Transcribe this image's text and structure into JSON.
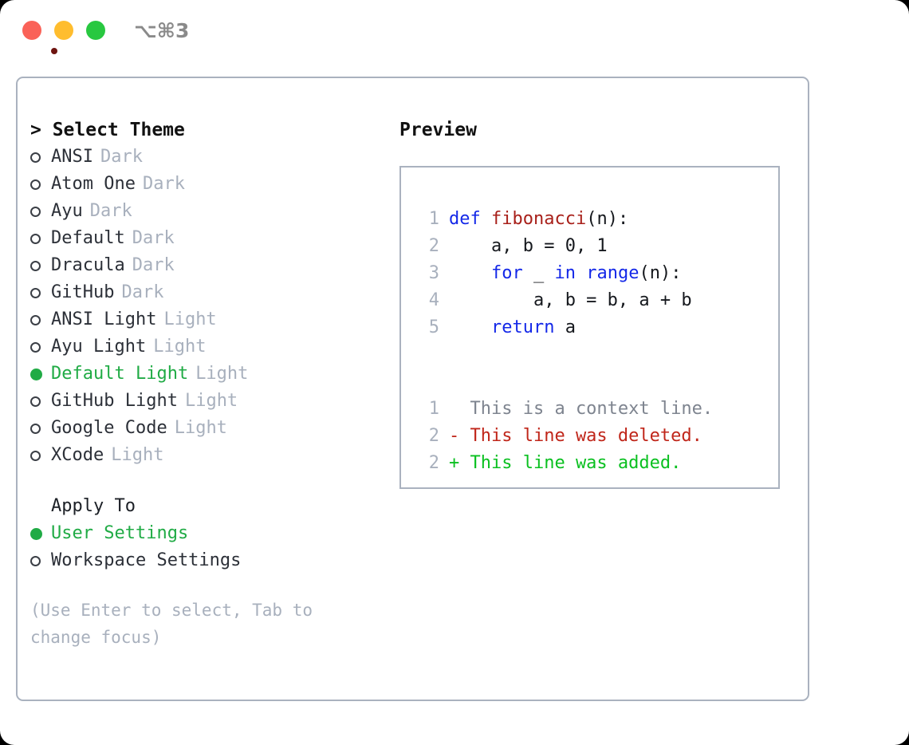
{
  "titlebar": {
    "shortcut": "⌥⌘3",
    "buttons": {
      "close": "close",
      "minimize": "minimize",
      "maximize": "maximize"
    }
  },
  "theme_picker": {
    "header": "> Select Theme",
    "items": [
      {
        "name": "ANSI",
        "variant": "Dark",
        "selected": false
      },
      {
        "name": "Atom One",
        "variant": "Dark",
        "selected": false
      },
      {
        "name": "Ayu",
        "variant": "Dark",
        "selected": false
      },
      {
        "name": "Default",
        "variant": "Dark",
        "selected": false
      },
      {
        "name": "Dracula",
        "variant": "Dark",
        "selected": false
      },
      {
        "name": "GitHub",
        "variant": "Dark",
        "selected": false
      },
      {
        "name": "ANSI Light",
        "variant": "Light",
        "selected": false
      },
      {
        "name": "Ayu Light",
        "variant": "Light",
        "selected": false
      },
      {
        "name": "Default Light",
        "variant": "Light",
        "selected": true
      },
      {
        "name": "GitHub Light",
        "variant": "Light",
        "selected": false
      },
      {
        "name": "Google Code",
        "variant": "Light",
        "selected": false
      },
      {
        "name": "XCode",
        "variant": "Light",
        "selected": false
      }
    ]
  },
  "apply_to": {
    "heading": "Apply To",
    "options": [
      {
        "label": "User Settings",
        "selected": true
      },
      {
        "label": "Workspace Settings",
        "selected": false
      }
    ]
  },
  "hint": "(Use Enter to select, Tab to change focus)",
  "preview": {
    "title": "Preview",
    "code_lines": [
      {
        "no": "1",
        "segments": [
          {
            "t": "def ",
            "c": "kw"
          },
          {
            "t": "fibonacci",
            "c": "fn"
          },
          {
            "t": "(n):",
            "c": "code-text"
          }
        ]
      },
      {
        "no": "2",
        "segments": [
          {
            "t": "    a, b = 0, 1",
            "c": "code-text"
          }
        ]
      },
      {
        "no": "3",
        "segments": [
          {
            "t": "    ",
            "c": "code-text"
          },
          {
            "t": "for",
            "c": "kw"
          },
          {
            "t": " _ ",
            "c": "code-text"
          },
          {
            "t": "in",
            "c": "kw"
          },
          {
            "t": " ",
            "c": "code-text"
          },
          {
            "t": "range",
            "c": "kw"
          },
          {
            "t": "(n):",
            "c": "code-text"
          }
        ]
      },
      {
        "no": "4",
        "segments": [
          {
            "t": "        a, b = b, a + b",
            "c": "code-text"
          }
        ]
      },
      {
        "no": "5",
        "segments": [
          {
            "t": "    ",
            "c": "code-text"
          },
          {
            "t": "return",
            "c": "kw"
          },
          {
            "t": " a",
            "c": "code-text"
          }
        ]
      }
    ],
    "diff_lines": [
      {
        "no": "1",
        "text": "  This is a context line.",
        "kind": "diff-context"
      },
      {
        "no": "2",
        "text": "- This line was deleted.",
        "kind": "diff-del"
      },
      {
        "no": "2",
        "text": "+ This line was added.",
        "kind": "diff-add"
      }
    ]
  },
  "colors": {
    "accent_green": "#20ab45",
    "muted": "#a8b0bd",
    "keyword_blue": "#1428e8",
    "function_red": "#a8201a",
    "diff_delete": "#c0261a",
    "diff_add": "#0ac020",
    "border": "#aab2bf"
  }
}
